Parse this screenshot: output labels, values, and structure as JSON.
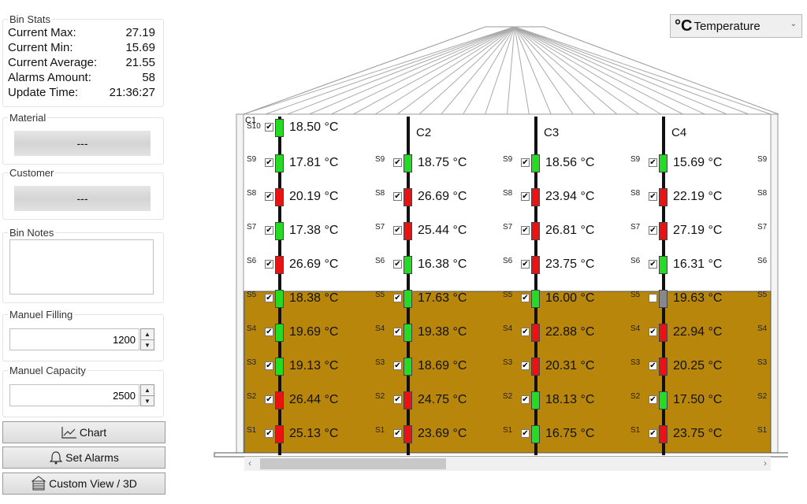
{
  "stats": {
    "title": "Bin Stats",
    "rows": [
      {
        "label": "Current Max:",
        "value": "27.19"
      },
      {
        "label": "Current Min:",
        "value": "15.69"
      },
      {
        "label": "Current Average:",
        "value": "21.55"
      },
      {
        "label": "Alarms Amount:",
        "value": "58"
      },
      {
        "label": "Update Time:",
        "value": "21:36:27"
      }
    ]
  },
  "material": {
    "title": "Material",
    "value": "---"
  },
  "customer": {
    "title": "Customer",
    "value": "---"
  },
  "notes": {
    "title": "Bin Notes",
    "value": ""
  },
  "manual_filling": {
    "title": "Manuel Filling",
    "value": "1200"
  },
  "manual_capacity": {
    "title": "Manuel Capacity",
    "value": "2500"
  },
  "buttons": {
    "chart": "Chart",
    "alarms": "Set Alarms",
    "custom": "Custom View / 3D"
  },
  "view_select": {
    "unit": "°C",
    "value": "Temperature"
  },
  "colors": {
    "ok": "#22dd22",
    "alarm": "#ee1111",
    "disabled": "#888888",
    "grain": "#b8860b"
  },
  "bin": {
    "fill_level_sensor": "S5",
    "cables": [
      {
        "name": "C1",
        "sensors": [
          {
            "id": "S10",
            "temp": "18.50 °C",
            "status": "ok",
            "checked": true
          },
          {
            "id": "S9",
            "temp": "17.81 °C",
            "status": "ok",
            "checked": true
          },
          {
            "id": "S8",
            "temp": "20.19 °C",
            "status": "alarm",
            "checked": true
          },
          {
            "id": "S7",
            "temp": "17.38 °C",
            "status": "ok",
            "checked": true
          },
          {
            "id": "S6",
            "temp": "26.69 °C",
            "status": "alarm",
            "checked": true
          },
          {
            "id": "S5",
            "temp": "18.38 °C",
            "status": "ok",
            "checked": true
          },
          {
            "id": "S4",
            "temp": "19.69 °C",
            "status": "ok",
            "checked": true
          },
          {
            "id": "S3",
            "temp": "19.13 °C",
            "status": "ok",
            "checked": true
          },
          {
            "id": "S2",
            "temp": "26.44 °C",
            "status": "alarm",
            "checked": true
          },
          {
            "id": "S1",
            "temp": "25.13 °C",
            "status": "alarm",
            "checked": true
          }
        ]
      },
      {
        "name": "C2",
        "sensors": [
          {
            "id": "S9",
            "temp": "18.75 °C",
            "status": "ok",
            "checked": true
          },
          {
            "id": "S8",
            "temp": "26.69 °C",
            "status": "alarm",
            "checked": true
          },
          {
            "id": "S7",
            "temp": "25.44 °C",
            "status": "alarm",
            "checked": true
          },
          {
            "id": "S6",
            "temp": "16.38 °C",
            "status": "ok",
            "checked": true
          },
          {
            "id": "S5",
            "temp": "17.63 °C",
            "status": "ok",
            "checked": true
          },
          {
            "id": "S4",
            "temp": "19.38 °C",
            "status": "ok",
            "checked": true
          },
          {
            "id": "S3",
            "temp": "18.69 °C",
            "status": "ok",
            "checked": true
          },
          {
            "id": "S2",
            "temp": "24.75 °C",
            "status": "alarm",
            "checked": true
          },
          {
            "id": "S1",
            "temp": "23.69 °C",
            "status": "alarm",
            "checked": true
          }
        ]
      },
      {
        "name": "C3",
        "sensors": [
          {
            "id": "S9",
            "temp": "18.56 °C",
            "status": "ok",
            "checked": true
          },
          {
            "id": "S8",
            "temp": "23.94 °C",
            "status": "alarm",
            "checked": true
          },
          {
            "id": "S7",
            "temp": "26.81 °C",
            "status": "alarm",
            "checked": true
          },
          {
            "id": "S6",
            "temp": "23.75 °C",
            "status": "alarm",
            "checked": true
          },
          {
            "id": "S5",
            "temp": "16.00 °C",
            "status": "ok",
            "checked": true
          },
          {
            "id": "S4",
            "temp": "22.88 °C",
            "status": "alarm",
            "checked": true
          },
          {
            "id": "S3",
            "temp": "20.31 °C",
            "status": "alarm",
            "checked": true
          },
          {
            "id": "S2",
            "temp": "18.13 °C",
            "status": "ok",
            "checked": true
          },
          {
            "id": "S1",
            "temp": "16.75 °C",
            "status": "ok",
            "checked": true
          }
        ]
      },
      {
        "name": "C4",
        "sensors": [
          {
            "id": "S9",
            "temp": "15.69 °C",
            "status": "ok",
            "checked": true
          },
          {
            "id": "S8",
            "temp": "22.19 °C",
            "status": "alarm",
            "checked": true
          },
          {
            "id": "S7",
            "temp": "27.19 °C",
            "status": "alarm",
            "checked": true
          },
          {
            "id": "S6",
            "temp": "16.31 °C",
            "status": "ok",
            "checked": true
          },
          {
            "id": "S5",
            "temp": "19.63 °C",
            "status": "disabled",
            "checked": false
          },
          {
            "id": "S4",
            "temp": "22.94 °C",
            "status": "alarm",
            "checked": true
          },
          {
            "id": "S3",
            "temp": "20.25 °C",
            "status": "alarm",
            "checked": true
          },
          {
            "id": "S2",
            "temp": "17.50 °C",
            "status": "ok",
            "checked": true
          },
          {
            "id": "S1",
            "temp": "23.75 °C",
            "status": "alarm",
            "checked": true
          }
        ]
      }
    ],
    "right_labels": [
      "S9",
      "S8",
      "S7",
      "S6",
      "S5",
      "S4",
      "S3",
      "S2",
      "S1"
    ]
  }
}
